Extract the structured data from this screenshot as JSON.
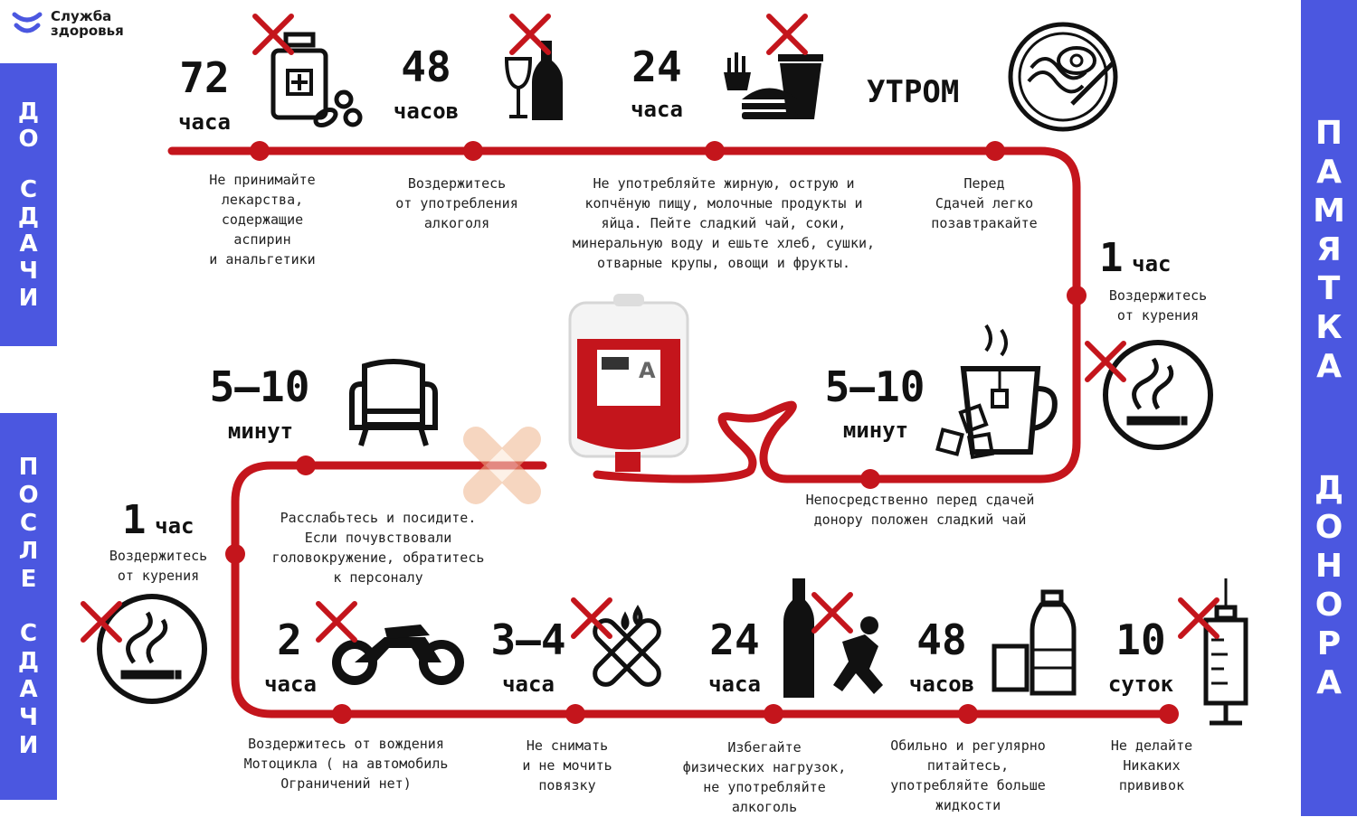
{
  "logo": {
    "line1": "Служба",
    "line2": "здоровья"
  },
  "sidebar_left_before": {
    "text": [
      "Д",
      "О",
      "",
      "С",
      "Д",
      "А",
      "Ч",
      "И"
    ]
  },
  "sidebar_left_after": {
    "text": [
      "П",
      "О",
      "С",
      "Л",
      "Е",
      "",
      "С",
      "Д",
      "А",
      "Ч",
      "И"
    ]
  },
  "sidebar_right": {
    "text": [
      "П",
      "А",
      "М",
      "Я",
      "Т",
      "К",
      "А",
      "",
      "Д",
      "О",
      "Н",
      "О",
      "Р",
      "А"
    ]
  },
  "colors": {
    "accent": "#c4151c",
    "sidebar": "#4b57e0"
  },
  "before": {
    "step72": {
      "value": "72",
      "unit": "часа",
      "desc": "Не принимайте\nлекарства,\nсодержащие\nаспирин\nи анальгетики",
      "icon": "medicine-icon"
    },
    "step48": {
      "value": "48",
      "unit": "часов",
      "desc": "Воздержитесь\nот употребления\nалкоголя",
      "icon": "wine-icon"
    },
    "step24": {
      "value": "24",
      "unit": "часа",
      "desc": "Не употребляйте жирную, острую и\nкопчёную пищу, молочные продукты и\nяйца. Пейте сладкий чай, соки,\nминеральную воду и ешьте хлеб, сушки,\nотварные крупы, овощи и фрукты.",
      "icon": "fastfood-icon"
    },
    "morning": {
      "label": "УТРОМ",
      "desc": "Перед\nСдачей легко\nпозавтракайте",
      "icon": "breakfast-icon"
    },
    "hour1": {
      "value": "1",
      "unit": "час",
      "desc": "Воздержитесь\nот курения",
      "icon": "no-smoking-icon"
    },
    "min510": {
      "value": "5–10",
      "unit": "минут",
      "desc": "Непосредственно перед сдачей\nдонору положен сладкий чай",
      "icon": "tea-icon"
    }
  },
  "blood_bag": {
    "label": "A"
  },
  "after": {
    "min510": {
      "value": "5–10",
      "unit": "минут",
      "desc": "Расслабьтесь и посидите.\nЕсли почувствовали\nголовокружение, обратитесь\nк персоналу",
      "icon": "armchair-icon"
    },
    "hour1": {
      "value": "1",
      "unit": "час",
      "desc": "Воздержитесь\nот курения",
      "icon": "no-smoking-icon"
    },
    "h2": {
      "value": "2",
      "unit": "часа",
      "desc": "Воздержитесь от вождения\nМотоцикла ( на автомобиль\nОграничений нет)",
      "icon": "motorcycle-icon"
    },
    "h34": {
      "value": "3–4",
      "unit": "часа",
      "desc": "Не снимать\nи не мочить\nповязку",
      "icon": "bandage-icon"
    },
    "h24": {
      "value": "24",
      "unit": "часа",
      "desc": "Избегайте\nфизических нагрузок,\nне употребляйте\nалкоголь",
      "icon": "running-icon"
    },
    "h48": {
      "value": "48",
      "unit": "часов",
      "desc": "Обильно и регулярно\nпитайтесь,\nупотребляйте больше\nжидкости",
      "icon": "water-bottle-icon"
    },
    "d10": {
      "value": "10",
      "unit": "суток",
      "desc": "Не делайте\nНикаких\nпрививок",
      "icon": "syringe-icon"
    }
  }
}
